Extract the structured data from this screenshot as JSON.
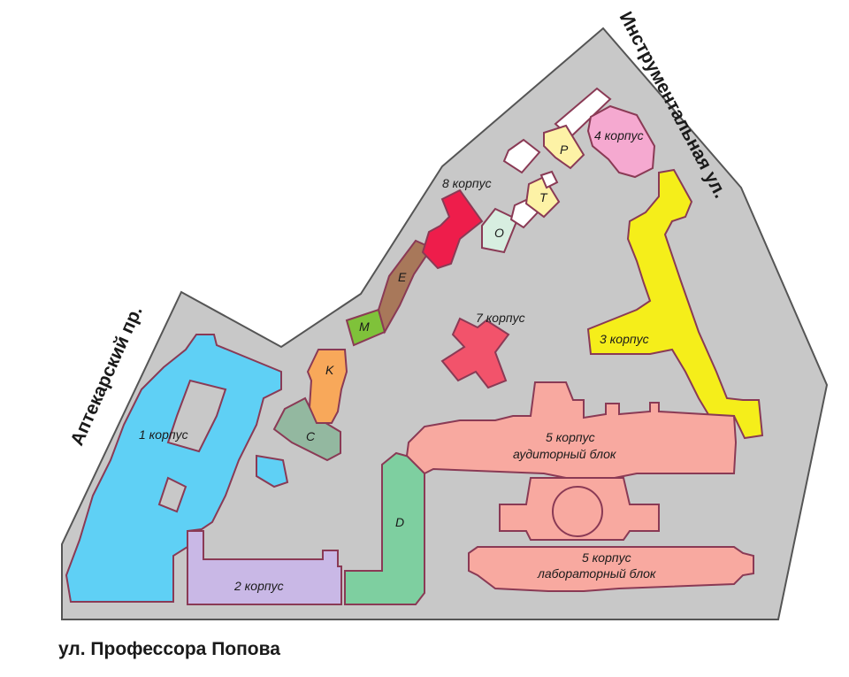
{
  "streets": {
    "instrumentalnaya": "Инструментальная ул.",
    "aptekarsky": "Аптекарский пр.",
    "popova": "ул. Профессора Попова"
  },
  "buildings": {
    "b1": {
      "label": "1 корпус",
      "color": "#5fd0f5"
    },
    "b2": {
      "label": "2 корпус",
      "color": "#c9b8e6"
    },
    "b3": {
      "label": "3 корпус",
      "color": "#f5ee1a"
    },
    "b4": {
      "label": "4 корпус",
      "color": "#f5a9d0"
    },
    "b5a": {
      "line1": "5 корпус",
      "line2": "аудиторный блок",
      "color": "#f8a9a0"
    },
    "b5b": {
      "line1": "5 корпус",
      "line2": "лабораторный блок",
      "color": "#f8a9a0"
    },
    "b7": {
      "label": "7 корпус",
      "color": "#f2536b"
    },
    "b8": {
      "label": "8 корпус",
      "color": "#ee1d4b"
    },
    "p": {
      "label": "P",
      "color": "#fdf2a6"
    },
    "t": {
      "label": "T",
      "color": "#fdf2a6"
    },
    "o": {
      "label": "O",
      "color": "#d7eee0"
    },
    "e": {
      "label": "E",
      "color": "#a8785a"
    },
    "m": {
      "label": "M",
      "color": "#7fc23a"
    },
    "k": {
      "label": "K",
      "color": "#f8a85a"
    },
    "c": {
      "label": "C",
      "color": "#93b8a0"
    },
    "d": {
      "label": "D",
      "color": "#7ecfa0"
    }
  },
  "colors": {
    "ground": "#c8c8c8",
    "outline": "#8a3a55",
    "white_block": "#ffffff"
  }
}
